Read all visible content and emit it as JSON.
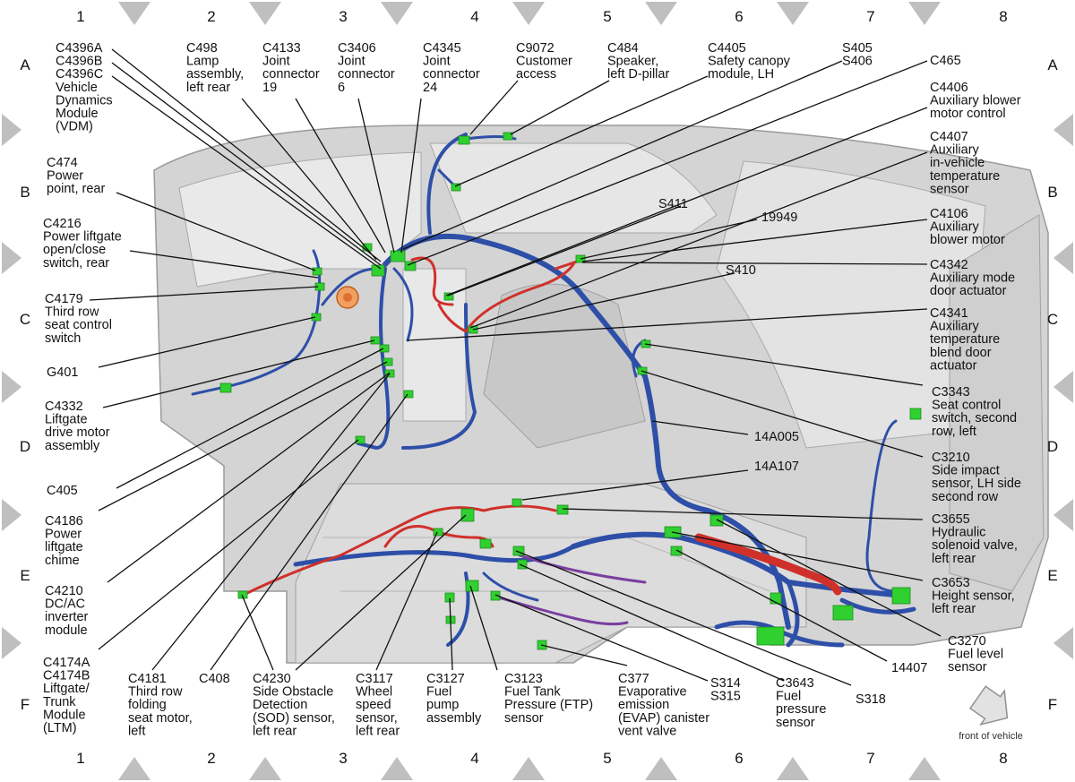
{
  "grid": {
    "columns": [
      "1",
      "2",
      "3",
      "4",
      "5",
      "6",
      "7",
      "8"
    ],
    "rows": [
      "A",
      "B",
      "C",
      "D",
      "E",
      "F"
    ]
  },
  "labels": {
    "c4396": [
      "C4396A",
      "C4396B",
      "C4396C",
      "Vehicle",
      "Dynamics",
      "Module",
      "(VDM)"
    ],
    "c498": [
      "C498",
      "Lamp",
      "assembly,",
      "left rear"
    ],
    "c4133": [
      "C4133",
      "Joint",
      "connector",
      "19"
    ],
    "c3406": [
      "C3406",
      "Joint",
      "connector",
      "6"
    ],
    "c4345": [
      "C4345",
      "Joint",
      "connector",
      "24"
    ],
    "c9072": [
      "C9072",
      "Customer",
      "access"
    ],
    "c484": [
      "C484",
      "Speaker,",
      "left D-pillar"
    ],
    "c4405": [
      "C4405",
      "Safety canopy",
      "module, LH"
    ],
    "s405": [
      "S405",
      "S406"
    ],
    "c465": [
      "C465"
    ],
    "c4406": [
      "C4406",
      "Auxiliary blower",
      "motor control"
    ],
    "c4407": [
      "C4407",
      "Auxiliary",
      "in-vehicle",
      "temperature",
      "sensor"
    ],
    "c474": [
      "C474",
      "Power",
      "point, rear"
    ],
    "s411": [
      "S411"
    ],
    "c19949": [
      "19949"
    ],
    "c4106": [
      "C4106",
      "Auxiliary",
      "blower motor"
    ],
    "c4216": [
      "C4216",
      "Power liftgate",
      "open/close",
      "switch, rear"
    ],
    "s410": [
      "S410"
    ],
    "c4342": [
      "C4342",
      "Auxiliary mode",
      "door actuator"
    ],
    "c4179": [
      "C4179",
      "Third row",
      "seat control",
      "switch"
    ],
    "c4341": [
      "C4341",
      "Auxiliary",
      "temperature",
      "blend door",
      "actuator"
    ],
    "g401": [
      "G401"
    ],
    "c3343": [
      "C3343",
      "Seat control",
      "switch, second",
      "row, left"
    ],
    "c4332": [
      "C4332",
      "Liftgate",
      "drive motor",
      "assembly"
    ],
    "w14a005": [
      "14A005"
    ],
    "c3210": [
      "C3210",
      "Side impact",
      "sensor, LH side",
      "second row"
    ],
    "c405": [
      "C405"
    ],
    "w14a107": [
      "14A107"
    ],
    "c4186": [
      "C4186",
      "Power",
      "liftgate",
      "chime"
    ],
    "c3655": [
      "C3655",
      "Hydraulic",
      "solenoid valve,",
      "left rear"
    ],
    "c4210": [
      "C4210",
      "DC/AC",
      "inverter",
      "module"
    ],
    "c3653": [
      "C3653",
      "Height sensor,",
      "left rear"
    ],
    "c3270": [
      "C3270",
      "Fuel level",
      "sensor"
    ],
    "w14407": [
      "14407"
    ],
    "c4174": [
      "C4174A",
      "C4174B",
      "Liftgate/",
      "Trunk",
      "Module",
      "(LTM)"
    ],
    "c4181": [
      "C4181",
      "Third row",
      "folding",
      "seat motor,",
      "left"
    ],
    "c408": [
      "C408"
    ],
    "c4230": [
      "C4230",
      "Side Obstacle",
      "Detection",
      "(SOD) sensor,",
      "left rear"
    ],
    "c3117": [
      "C3117",
      "Wheel",
      "speed",
      "sensor,",
      "left rear"
    ],
    "c3127": [
      "C3127",
      "Fuel",
      "pump",
      "assembly"
    ],
    "c3123": [
      "C3123",
      "Fuel Tank",
      "Pressure (FTP)",
      "sensor"
    ],
    "c377": [
      "C377",
      "Evaporative",
      "emission",
      "(EVAP) canister",
      "vent valve"
    ],
    "s314": [
      "S314",
      "S315"
    ],
    "c3643": [
      "C3643",
      "Fuel",
      "pressure",
      "sensor"
    ],
    "s318": [
      "S318"
    ]
  },
  "front_of_vehicle": "front of vehicle",
  "colors": {
    "harness_blue": "#2e4fa8",
    "harness_red": "#d0302a",
    "harness_purple": "#7a3fa0",
    "connector_green": "#2fd02f",
    "body_gray": "#d4d4d4",
    "grid_marker": "#bfbfbf"
  }
}
